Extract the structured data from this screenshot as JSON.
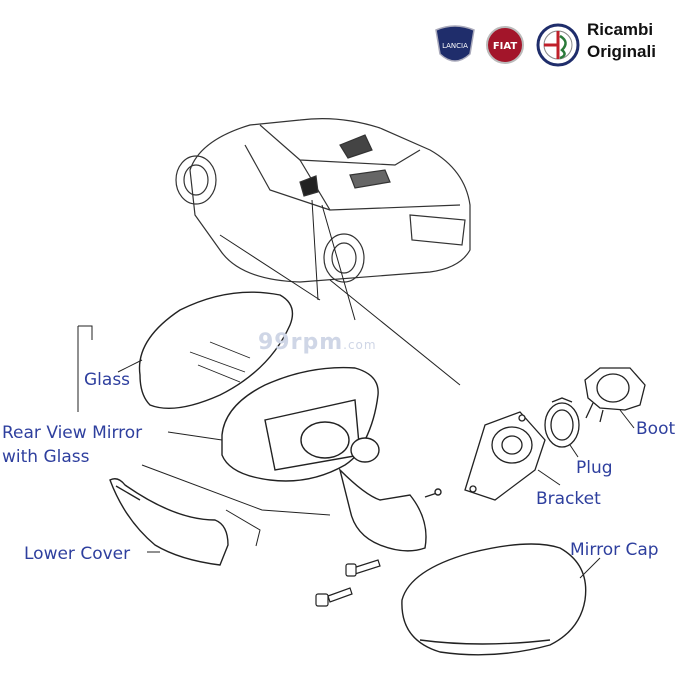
{
  "brand": {
    "logos": [
      {
        "name": "lancia-logo",
        "text": "LANCIA",
        "color": "#1f2d6b"
      },
      {
        "name": "fiat-logo",
        "text": "FIAT",
        "color": "#a3152a"
      },
      {
        "name": "alfa-romeo-logo",
        "text": "",
        "color": "#1f2d6b"
      }
    ],
    "line1": "Ricambi",
    "line2": "Originali"
  },
  "watermark": {
    "main": "99rpm",
    "suffix": ".com"
  },
  "labels": {
    "glass": "Glass",
    "rear_view_mirror_line1": "Rear View Mirror",
    "rear_view_mirror_line2": "with Glass",
    "lower_cover": "Lower Cover",
    "boot": "Boot",
    "plug": "Plug",
    "bracket": "Bracket",
    "mirror_cap": "Mirror Cap"
  },
  "colors": {
    "label": "#2e3f9e",
    "line": "#222222"
  }
}
